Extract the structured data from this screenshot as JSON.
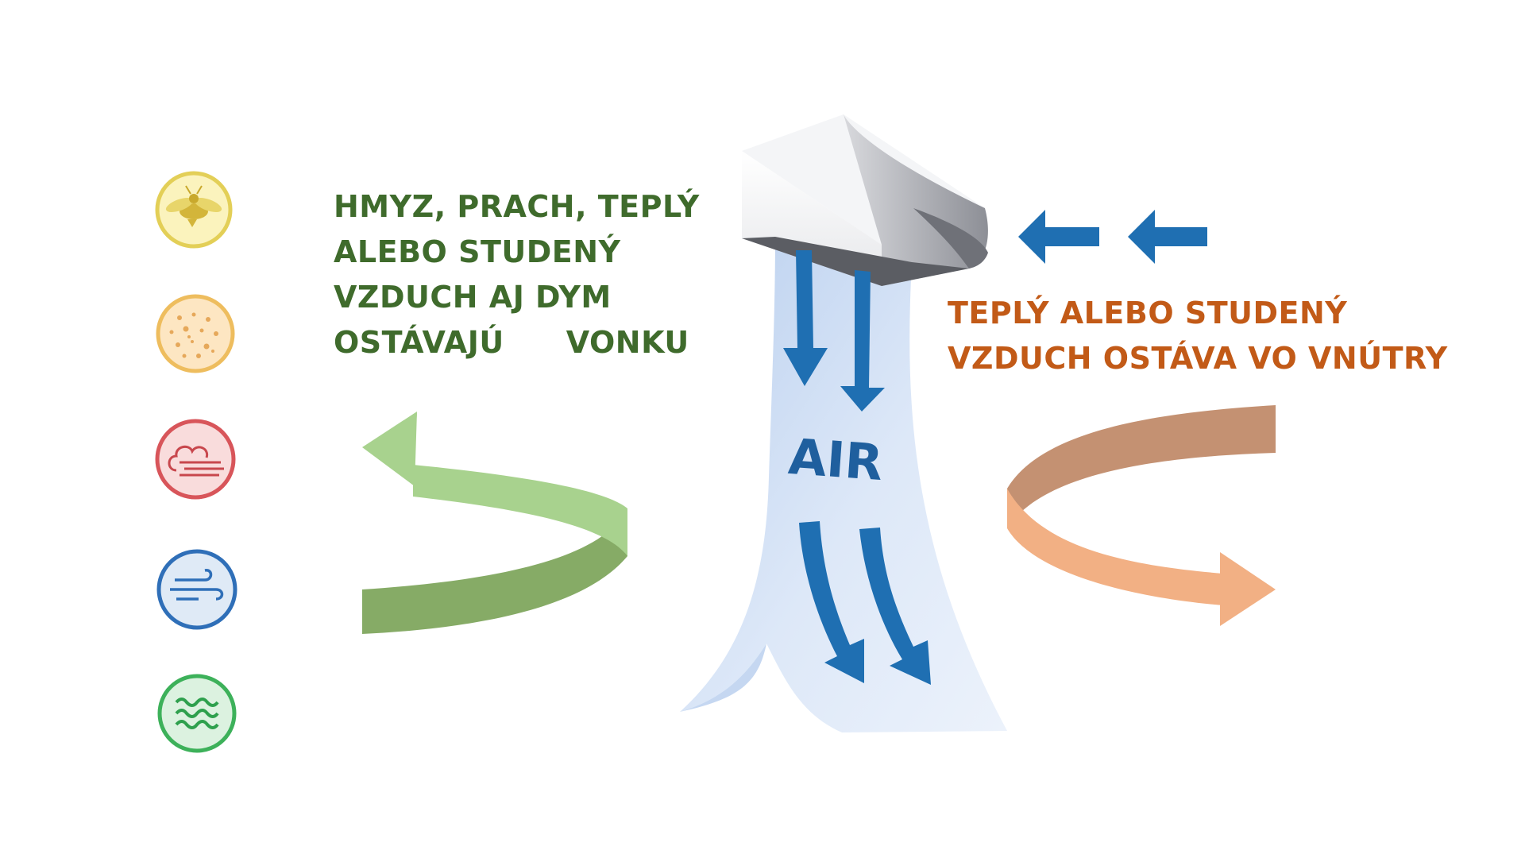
{
  "outside": {
    "lines": [
      "HMYZ, PRACH, TEPLÝ",
      "ALEBO STUDENÝ",
      "VZDUCH AJ DYM"
    ],
    "last_line_left": "OSTÁVAJÚ",
    "last_line_right": "VONKU"
  },
  "inside": {
    "lines": [
      "TEPLÝ ALEBO STUDENÝ",
      "VZDUCH OSTÁVA VO VNÚTRY"
    ]
  },
  "curtain": {
    "label": "AIR"
  },
  "icons": [
    "insect-icon",
    "dust-icon",
    "smoke-icon",
    "wind-icon",
    "heat-waves-icon"
  ],
  "colors": {
    "outside_text": "#3f6b2c",
    "inside_text": "#c25a17",
    "flow_arrows": "#1f6fb2",
    "outside_arrow": "#8bb86a",
    "inside_arrow": "#e8a070",
    "insect_icon": "#e3cf57",
    "dust_icon": "#eebd5e",
    "smoke_icon": "#d8555a",
    "wind_icon": "#2f6fb8",
    "heat_icon": "#3db15a"
  }
}
